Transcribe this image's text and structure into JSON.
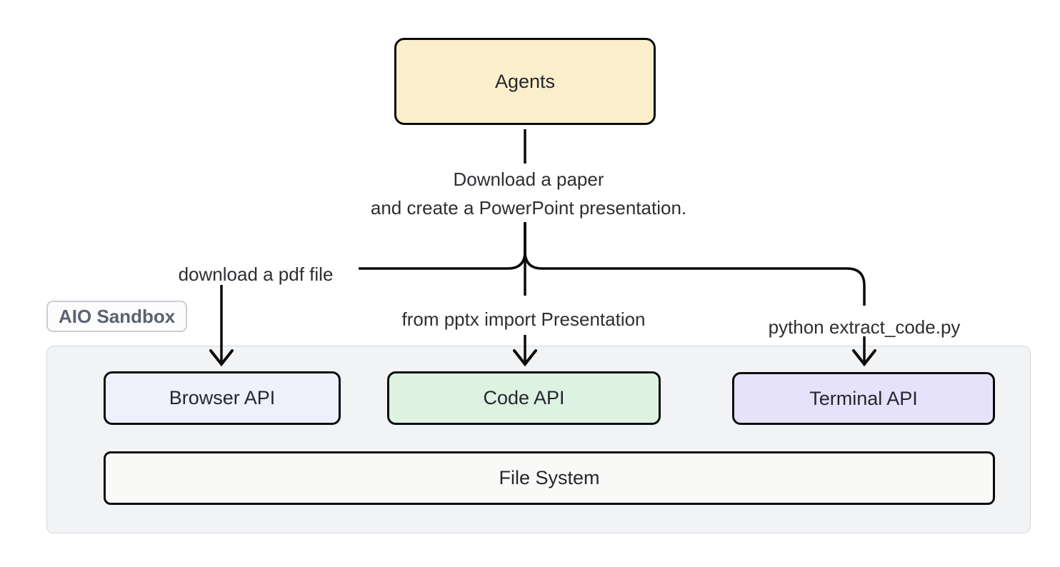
{
  "diagram": {
    "nodes": {
      "agents": {
        "label": "Agents",
        "fill": "#fbefcb"
      },
      "browser_api": {
        "label": "Browser API",
        "fill": "#eef1fc"
      },
      "code_api": {
        "label": "Code API",
        "fill": "#def2e2"
      },
      "terminal_api": {
        "label": "Terminal API",
        "fill": "#e6e2fa"
      },
      "file_system": {
        "label": "File System",
        "fill": "#f9f9f7"
      }
    },
    "sandbox": {
      "label": "AIO Sandbox",
      "container_fill": "#f1f3f5",
      "container_border": "#d7dade",
      "badge_text_color": "#5b6370"
    },
    "edge_labels": {
      "task_line1": "Download a paper",
      "task_line2": "and create a PowerPoint presentation.",
      "to_browser": "download a pdf file",
      "to_code": "from pptx import Presentation",
      "to_terminal": "python extract_code.py"
    },
    "line_color": "#0a0a0a",
    "background": "#ffffff"
  }
}
